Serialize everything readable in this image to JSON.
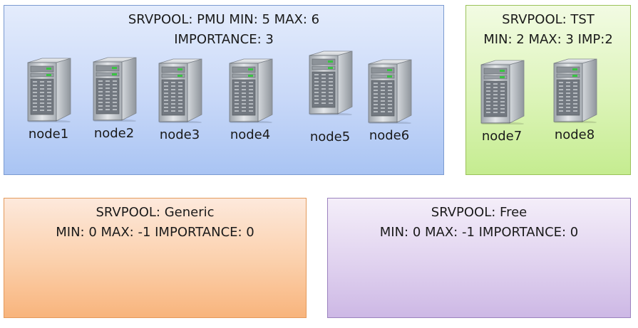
{
  "pools": {
    "pmu": {
      "line1": "SRVPOOL: PMU MIN: 5 MAX: 6",
      "line2": "IMPORTANCE: 3",
      "nodes": [
        "node1",
        "node2",
        "node3",
        "node4",
        "node5",
        "node6"
      ]
    },
    "tst": {
      "line1": "SRVPOOL: TST",
      "line2": "MIN: 2 MAX: 3 IMP:2",
      "nodes": [
        "node7",
        "node8"
      ]
    },
    "generic": {
      "line1": "SRVPOOL: Generic",
      "line2": "MIN: 0 MAX: -1 IMPORTANCE: 0"
    },
    "free": {
      "line1": "SRVPOOL: Free",
      "line2": "MIN: 0 MAX: -1 IMPORTANCE: 0"
    }
  },
  "colors": {
    "pmu": "#c8d8f8",
    "tst": "#dcf4b8",
    "generic": "#fbcfaa",
    "free": "#e0d2ef",
    "server_body": "#b9bec4",
    "server_led": "#39c442"
  },
  "icons": {
    "node": "server-tower-icon"
  }
}
